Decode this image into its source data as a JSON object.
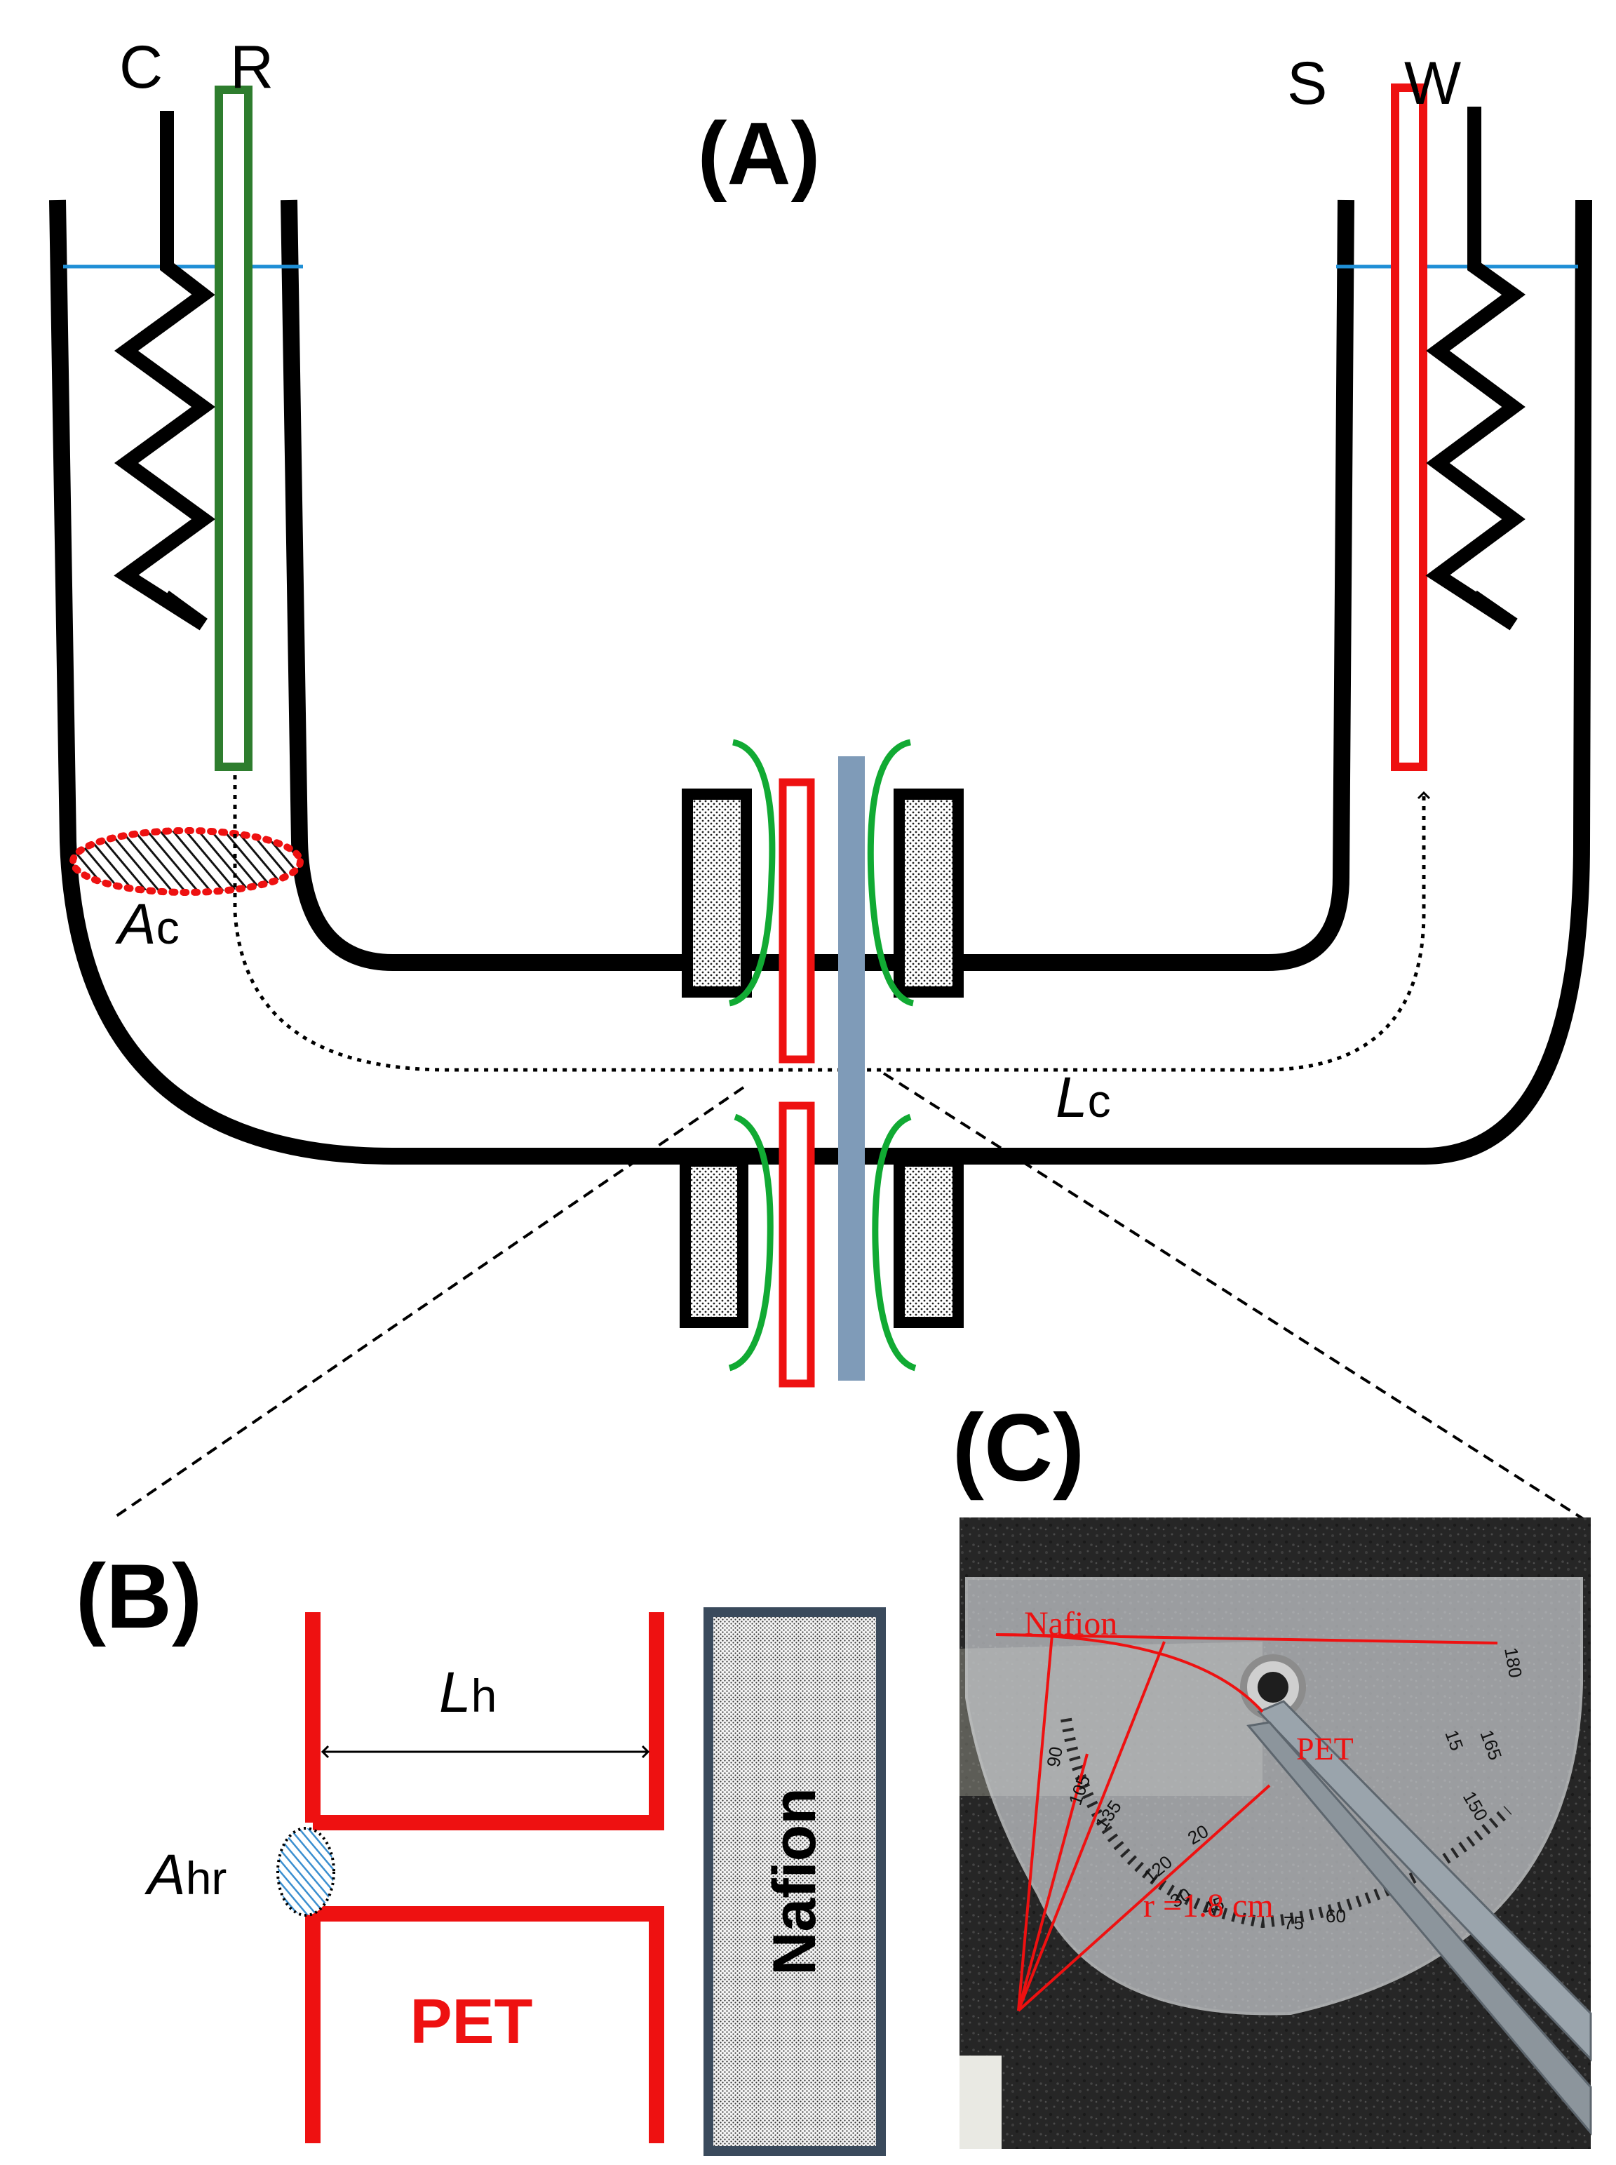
{
  "panels": {
    "a": {
      "label": "(A)"
    },
    "b": {
      "label": "(B)"
    },
    "c": {
      "label": "(C)"
    }
  },
  "electrodes": {
    "counter": "C",
    "reference": "R",
    "sense": "S",
    "working": "W"
  },
  "cell_labels": {
    "cross_section_area": {
      "italic": "A",
      "sub": "c"
    },
    "channel_length": {
      "italic": "L",
      "sub": "c"
    }
  },
  "detail_labels": {
    "hole_length": {
      "italic": "L",
      "sub": "h"
    },
    "hole_area": {
      "italic": "A",
      "sub": "hr"
    },
    "pet": "PET",
    "nafion": "Nafion"
  },
  "photo_labels": {
    "nafion": "Nafion",
    "pet": "PET",
    "radius": "r =1.8 cm",
    "protractor_ticks": [
      "180",
      "165",
      "15",
      "150",
      "135",
      "120",
      "90",
      "105",
      "75",
      "60",
      "45",
      "30",
      "20"
    ]
  },
  "colors": {
    "outline": "#000000",
    "membrane_pet": "#ee1111",
    "reference_electrode": "#2e7d2e",
    "gasket": "#11aa33",
    "nafion_bar": "#7f9bb8",
    "electrolyte_level": "#1f8fd6",
    "hole_area_fill": "#3b8fd0",
    "nafion_border": "#3a4a5c"
  }
}
